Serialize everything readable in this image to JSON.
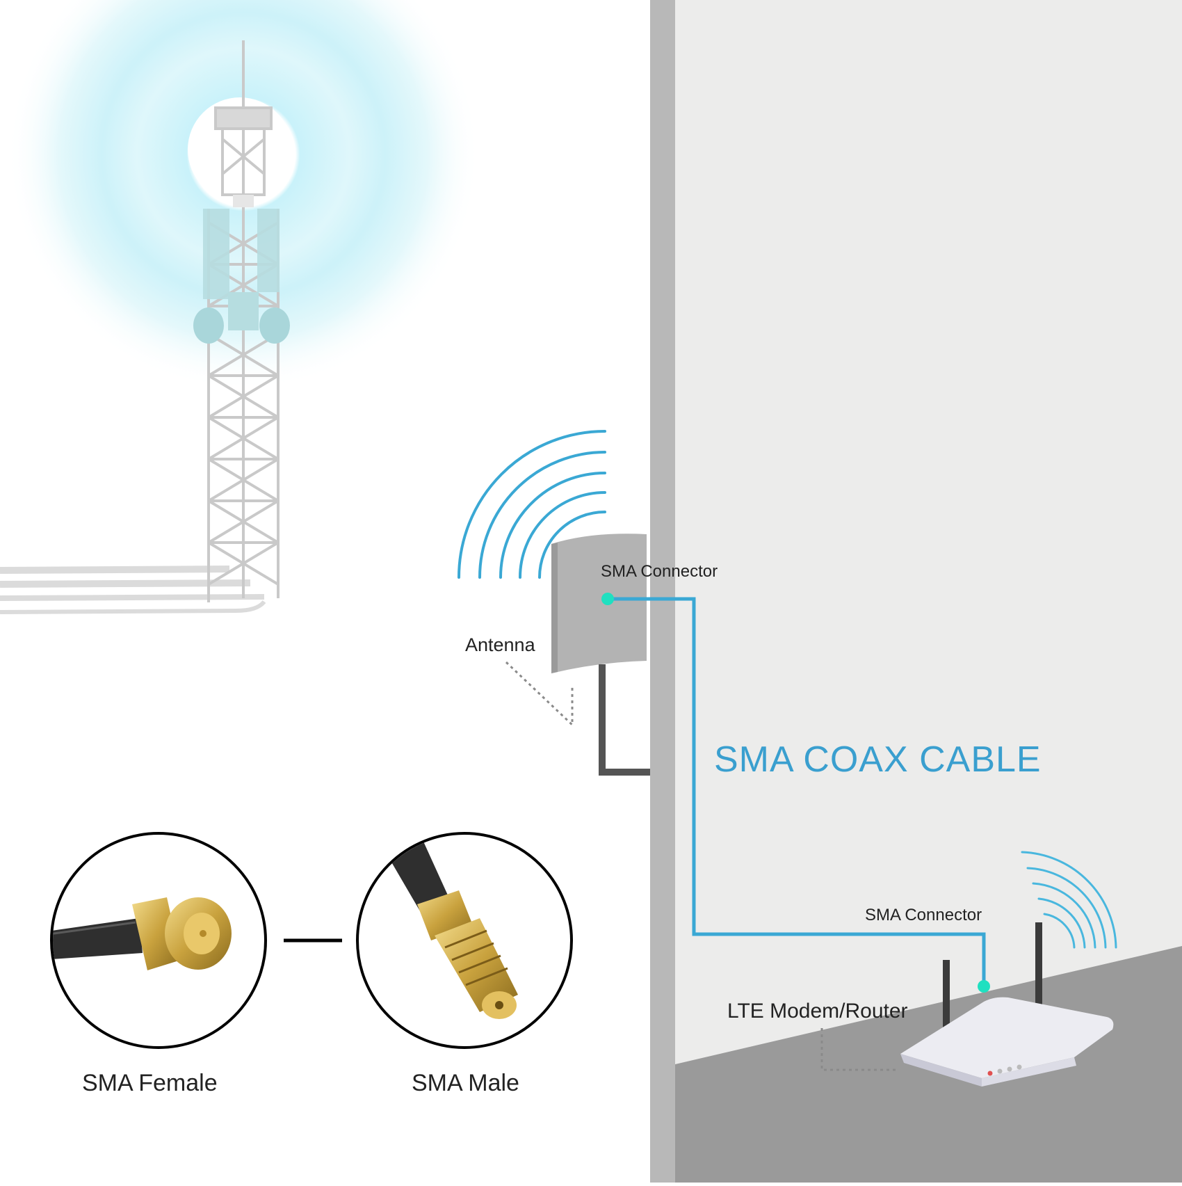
{
  "labels": {
    "sma_connector_top": "SMA Connector",
    "antenna": "Antenna",
    "coax_cable": "SMA COAX CABLE",
    "sma_connector_bottom": "SMA Connector",
    "router": "LTE Modem/Router",
    "sma_female": "SMA Female",
    "sma_male": "SMA Male"
  },
  "colors": {
    "accent_blue": "#3aa8d4",
    "connector_dot": "#1fe0c0",
    "coax_text": "#3a9fcf",
    "wall_light": "#ececeb",
    "wall_edge": "#b8b8b8",
    "floor": "#9a9a9a",
    "signal_glow": "#bfeef7"
  },
  "icons": {
    "tower": "cell-tower-icon",
    "antenna": "panel-antenna-icon",
    "router": "router-icon"
  }
}
